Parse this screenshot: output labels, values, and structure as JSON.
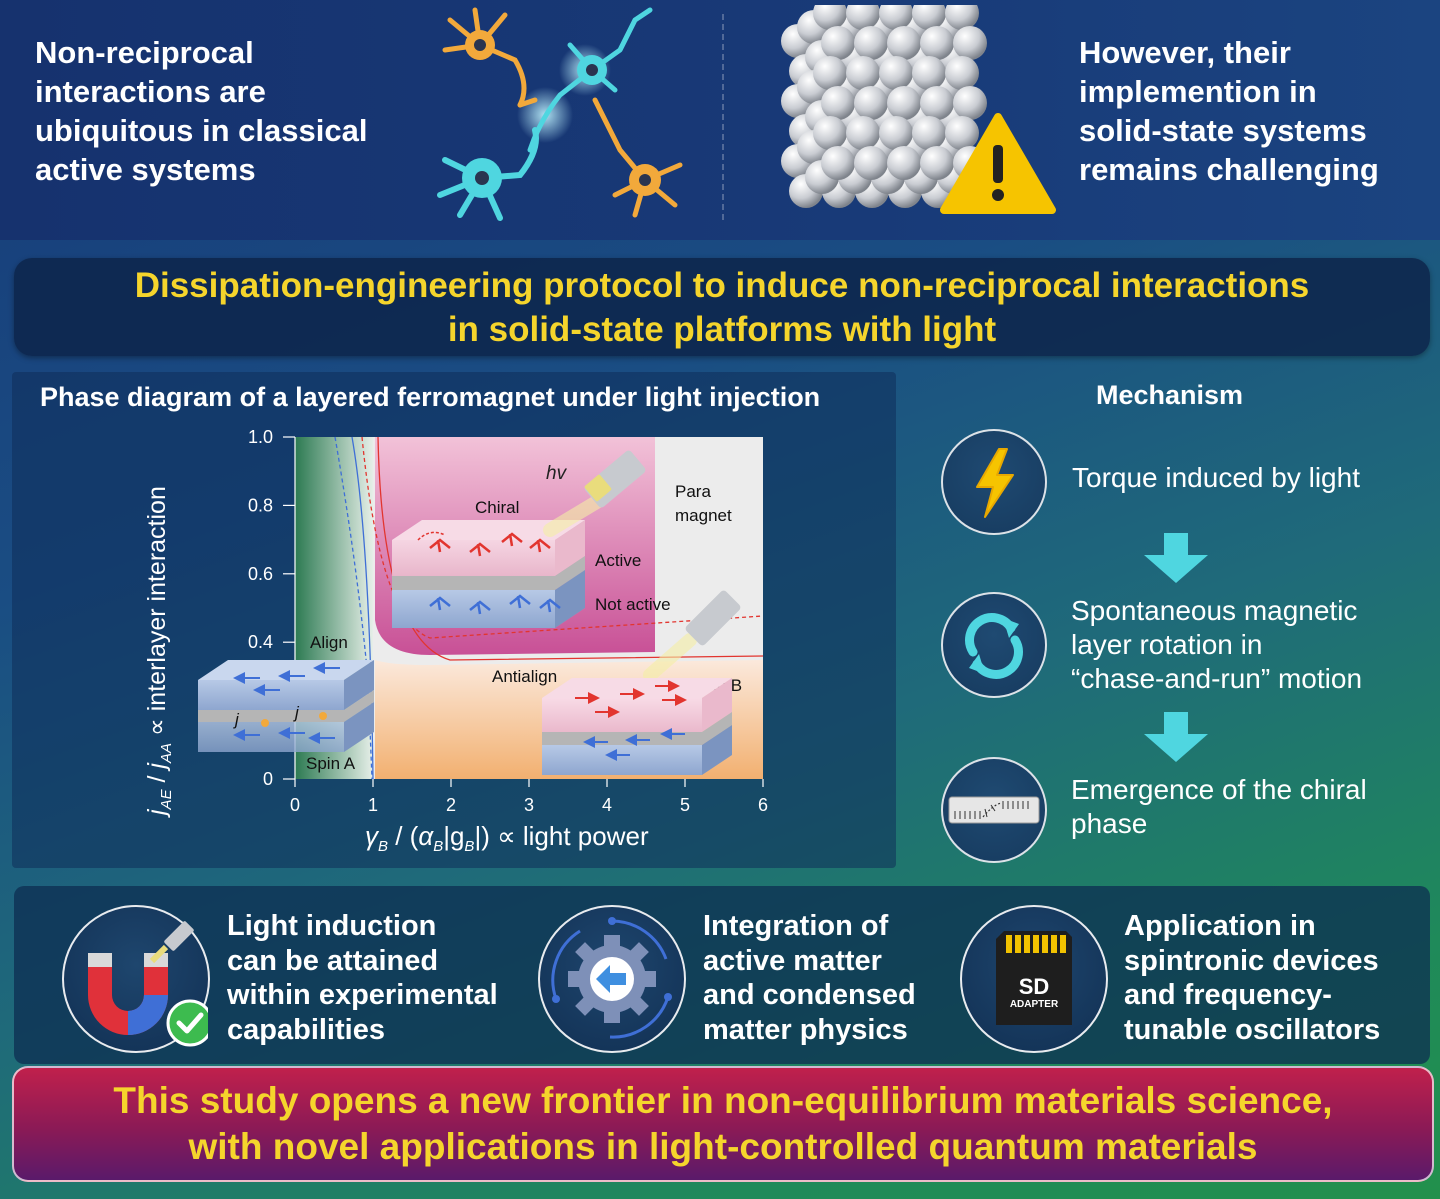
{
  "top": {
    "left_text": "Non-reciprocal interactions are ubiquitous in classical active systems",
    "left_lines": [
      "Non-reciprocal",
      "interactions are",
      "ubiquitous in classical",
      "active systems"
    ],
    "right_lines": [
      "However, their",
      "implemention in",
      "solid-state systems",
      "remains challenging"
    ]
  },
  "banner": {
    "line1": "Dissipation-engineering protocol to induce non-reciprocal interactions",
    "line2": "in solid-state platforms with light"
  },
  "phase": {
    "title": "Phase diagram of a layered ferromagnet under light injection",
    "ylabel_main": "j",
    "ylabel_rest": "∝ interlayer interaction",
    "xlabel_rest": "∝ light power",
    "y_ticks": [
      "1.0",
      "0.8",
      "0.6",
      "0.4",
      "0"
    ],
    "x_ticks": [
      "0",
      "1",
      "2",
      "3",
      "4",
      "5",
      "6"
    ],
    "labels": {
      "hv": "hv",
      "chiral": "Chiral",
      "para1": "Para",
      "para2": "magnet",
      "active": "Active",
      "not_active": "Not active",
      "align": "Align",
      "antialign": "Antialign",
      "spin_b": "Spin B",
      "spin_a": "Spin A",
      "j1": "j",
      "j2": "j"
    }
  },
  "mechanism": {
    "title": "Mechanism",
    "steps": [
      {
        "icon": "lightning-icon",
        "lines": [
          "Torque induced by light"
        ]
      },
      {
        "icon": "rotation-icon",
        "lines": [
          "Spontaneous magnetic",
          "layer rotation in",
          "“chase-and-run” motion"
        ]
      },
      {
        "icon": "chiral-bar-icon",
        "lines": [
          "Emergence of the chiral",
          "phase"
        ]
      }
    ]
  },
  "applications": [
    {
      "icon": "magnet-check-icon",
      "lines": [
        "Light induction",
        "can be attained",
        "within experimental",
        "capabilities"
      ]
    },
    {
      "icon": "gear-arrow-icon",
      "lines": [
        "Integration of",
        "active matter",
        "and condensed",
        "matter physics"
      ]
    },
    {
      "icon": "sd-card-icon",
      "lines": [
        "Application in",
        "spintronic devices",
        "and frequency-",
        "tunable oscillators"
      ],
      "sd_label": "SD",
      "sd_sub": "ADAPTER"
    }
  ],
  "conclusion": {
    "line1": "This study opens a new frontier in non-equilibrium materials science,",
    "line2": "with novel applications in light-controlled quantum materials"
  },
  "colors": {
    "banner_text": "#f5d52c",
    "accent_cyan": "#4fd6e0",
    "warning_yellow": "#f6c400"
  }
}
